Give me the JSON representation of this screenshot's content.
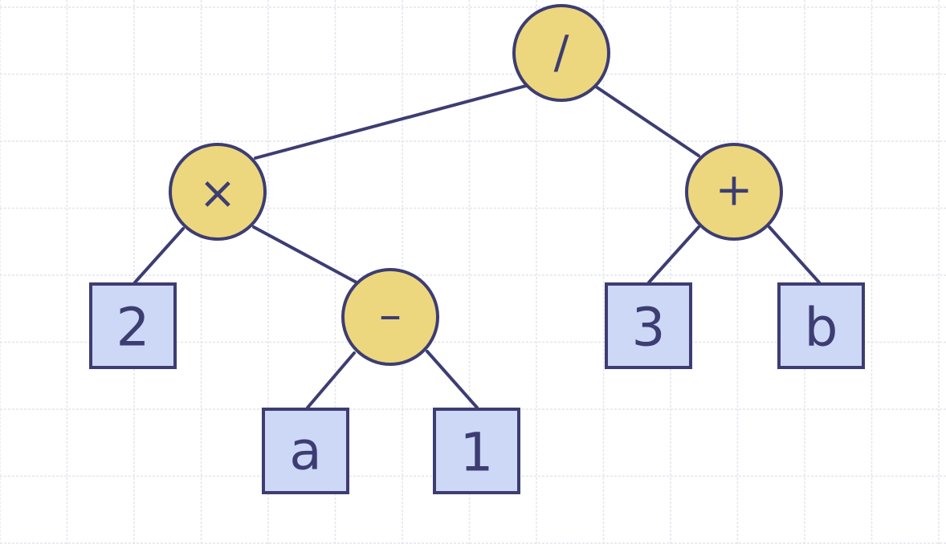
{
  "colors": {
    "background": "#ffffff",
    "grid": "#e4e6ee",
    "stroke": "#3d3d72",
    "operator_fill": "#ecd77e",
    "leaf_fill": "#cdd8f7"
  },
  "tree": {
    "root": {
      "label": "/"
    },
    "mult": {
      "label": "×"
    },
    "plus": {
      "label": "+"
    },
    "minus": {
      "label": "–"
    },
    "leaf_2": {
      "label": "2"
    },
    "leaf_a": {
      "label": "a"
    },
    "leaf_1": {
      "label": "1"
    },
    "leaf_3": {
      "label": "3"
    },
    "leaf_b": {
      "label": "b"
    }
  }
}
